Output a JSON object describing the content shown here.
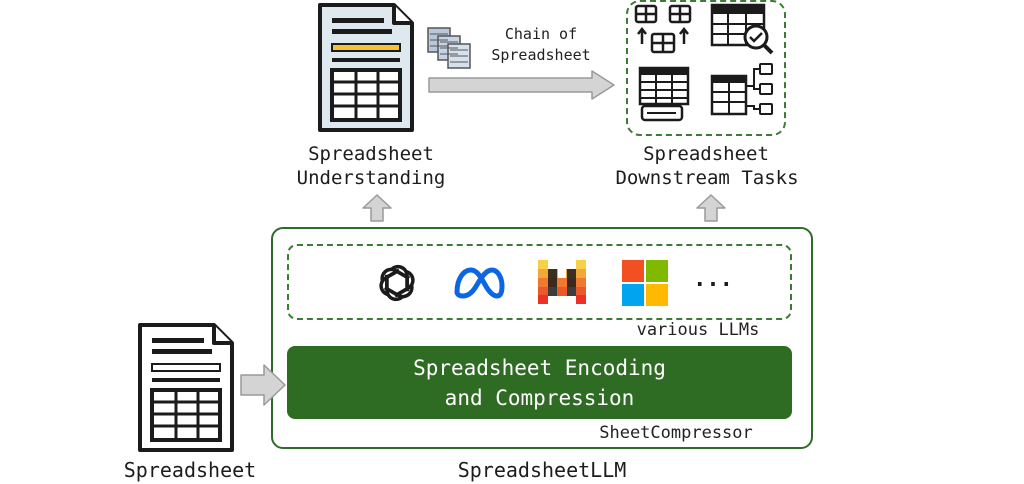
{
  "diagram": {
    "top_left_label_line1": "Spreadsheet",
    "top_left_label_line2": "Understanding",
    "chain_label_line1": "Chain of",
    "chain_label_line2": "Spreadsheet",
    "top_right_label_line1": "Spreadsheet",
    "top_right_label_line2": "Downstream Tasks",
    "ellipsis": "...",
    "various_llms_label": "various LLMs",
    "encoding_line1": "Spreadsheet Encoding",
    "encoding_line2": "and Compression",
    "sheetcompressor_label": "SheetCompressor",
    "input_label": "Spreadsheet",
    "framework_label": "SpreadsheetLLM"
  },
  "icons": {
    "top_document": "spreadsheet-document-icon",
    "chain_small": "mini-spreadsheet-stack-icon",
    "task_merge": "table-merge-icon",
    "task_check": "table-search-check-icon",
    "task_comment": "table-comment-icon",
    "task_flow": "table-flow-icon",
    "llm_openai": "openai-logo-icon",
    "llm_meta": "meta-logo-icon",
    "llm_mistral": "mistral-logo-icon",
    "llm_microsoft": "microsoft-logo-icon",
    "input_document": "spreadsheet-document-icon"
  },
  "colors": {
    "accent_green": "#2e6b23",
    "box_border_green": "#2f6b2b",
    "arrow_gray": "#d4d4d4",
    "ms_red": "#f25022",
    "ms_green": "#7fba00",
    "ms_blue": "#00a4ef",
    "ms_yellow": "#ffb900",
    "meta_blue": "#0a66e4"
  }
}
